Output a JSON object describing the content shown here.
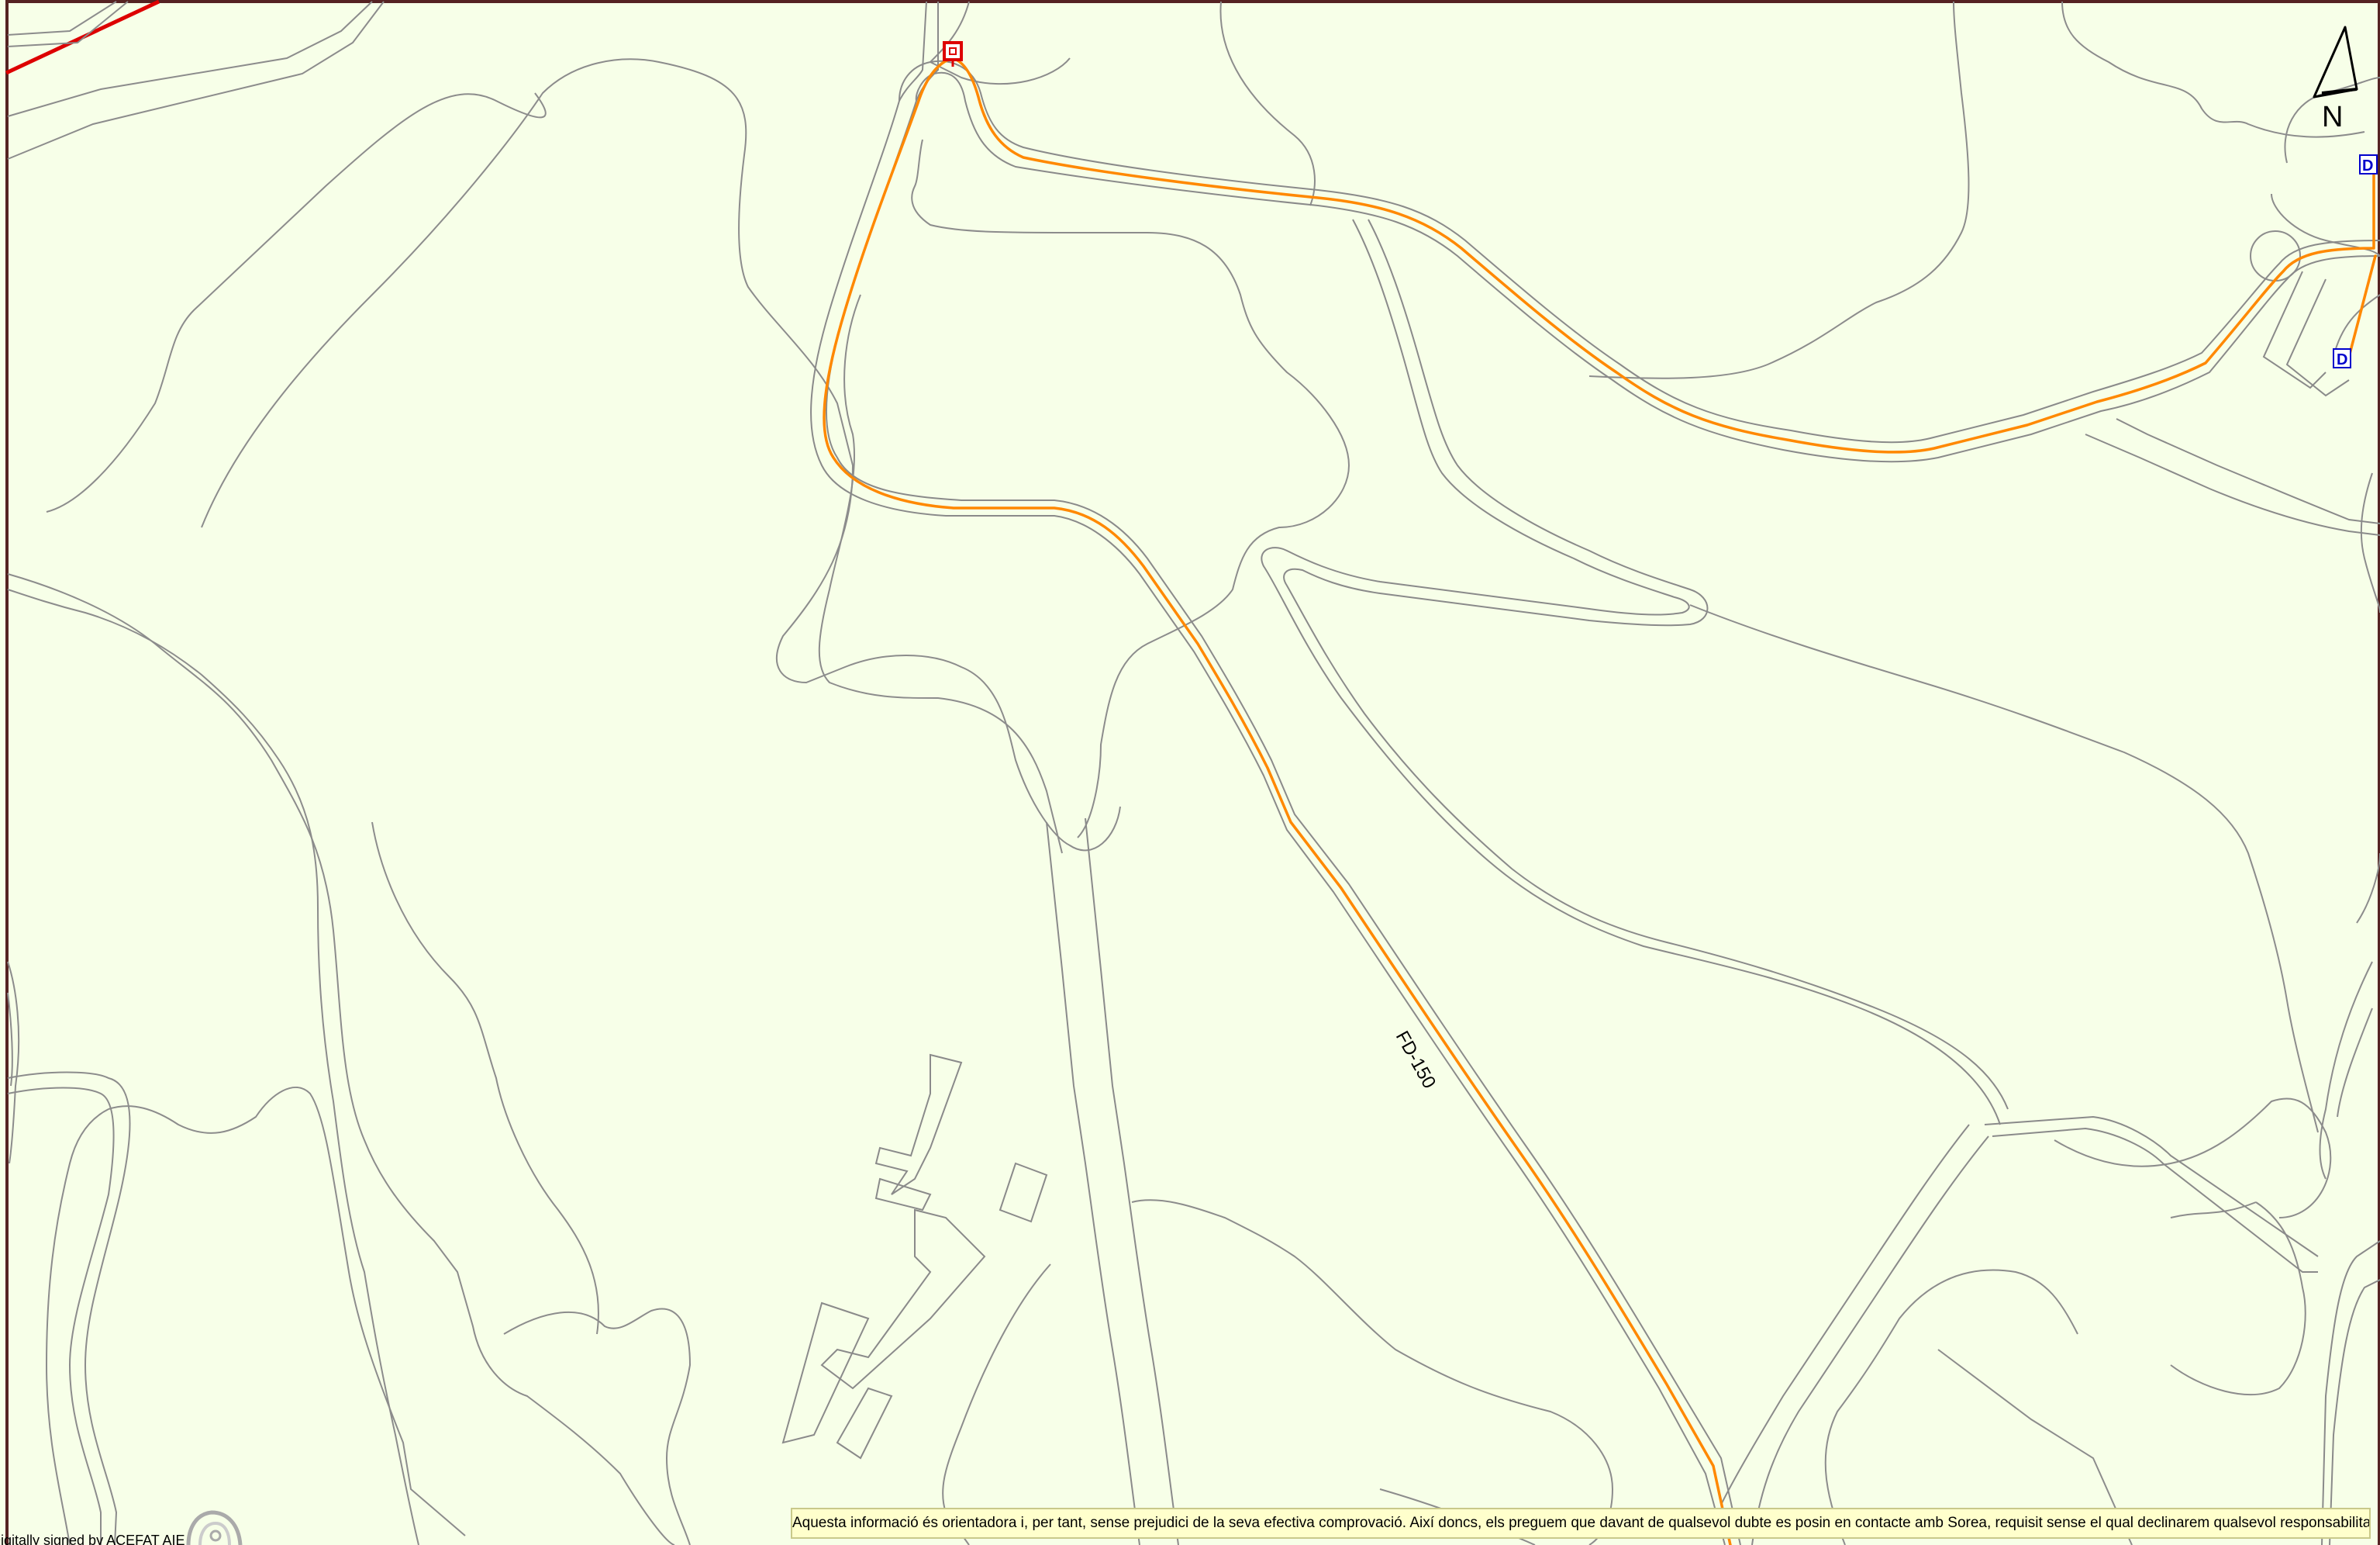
{
  "map": {
    "pipe_label": "FD-150",
    "north_label": "N",
    "markers": [
      {
        "label": "D"
      },
      {
        "label": "D"
      }
    ],
    "disclaimer": "Aquesta informació és orientadora i, per tant, sense prejudici de la seva efectiva comprovació. Així doncs, els preguem que davant de qualsevol dubte es posin en contacte amb Sorea, requisit sense el qual declinarem qualsevol responsabilitat.",
    "signature_text": "Digitally signed by ACEFAT AIE"
  },
  "colors": {
    "background": "#f7ffe8",
    "pipe": "#ff8800",
    "boundary": "#dd0000",
    "road_edge": "#8a8a8a",
    "marker_blue": "#0000cc",
    "disclaimer_bg": "#ffffcc"
  },
  "icons": [
    "north-arrow-icon",
    "valve-marker-icon",
    "signature-seal-icon"
  ]
}
